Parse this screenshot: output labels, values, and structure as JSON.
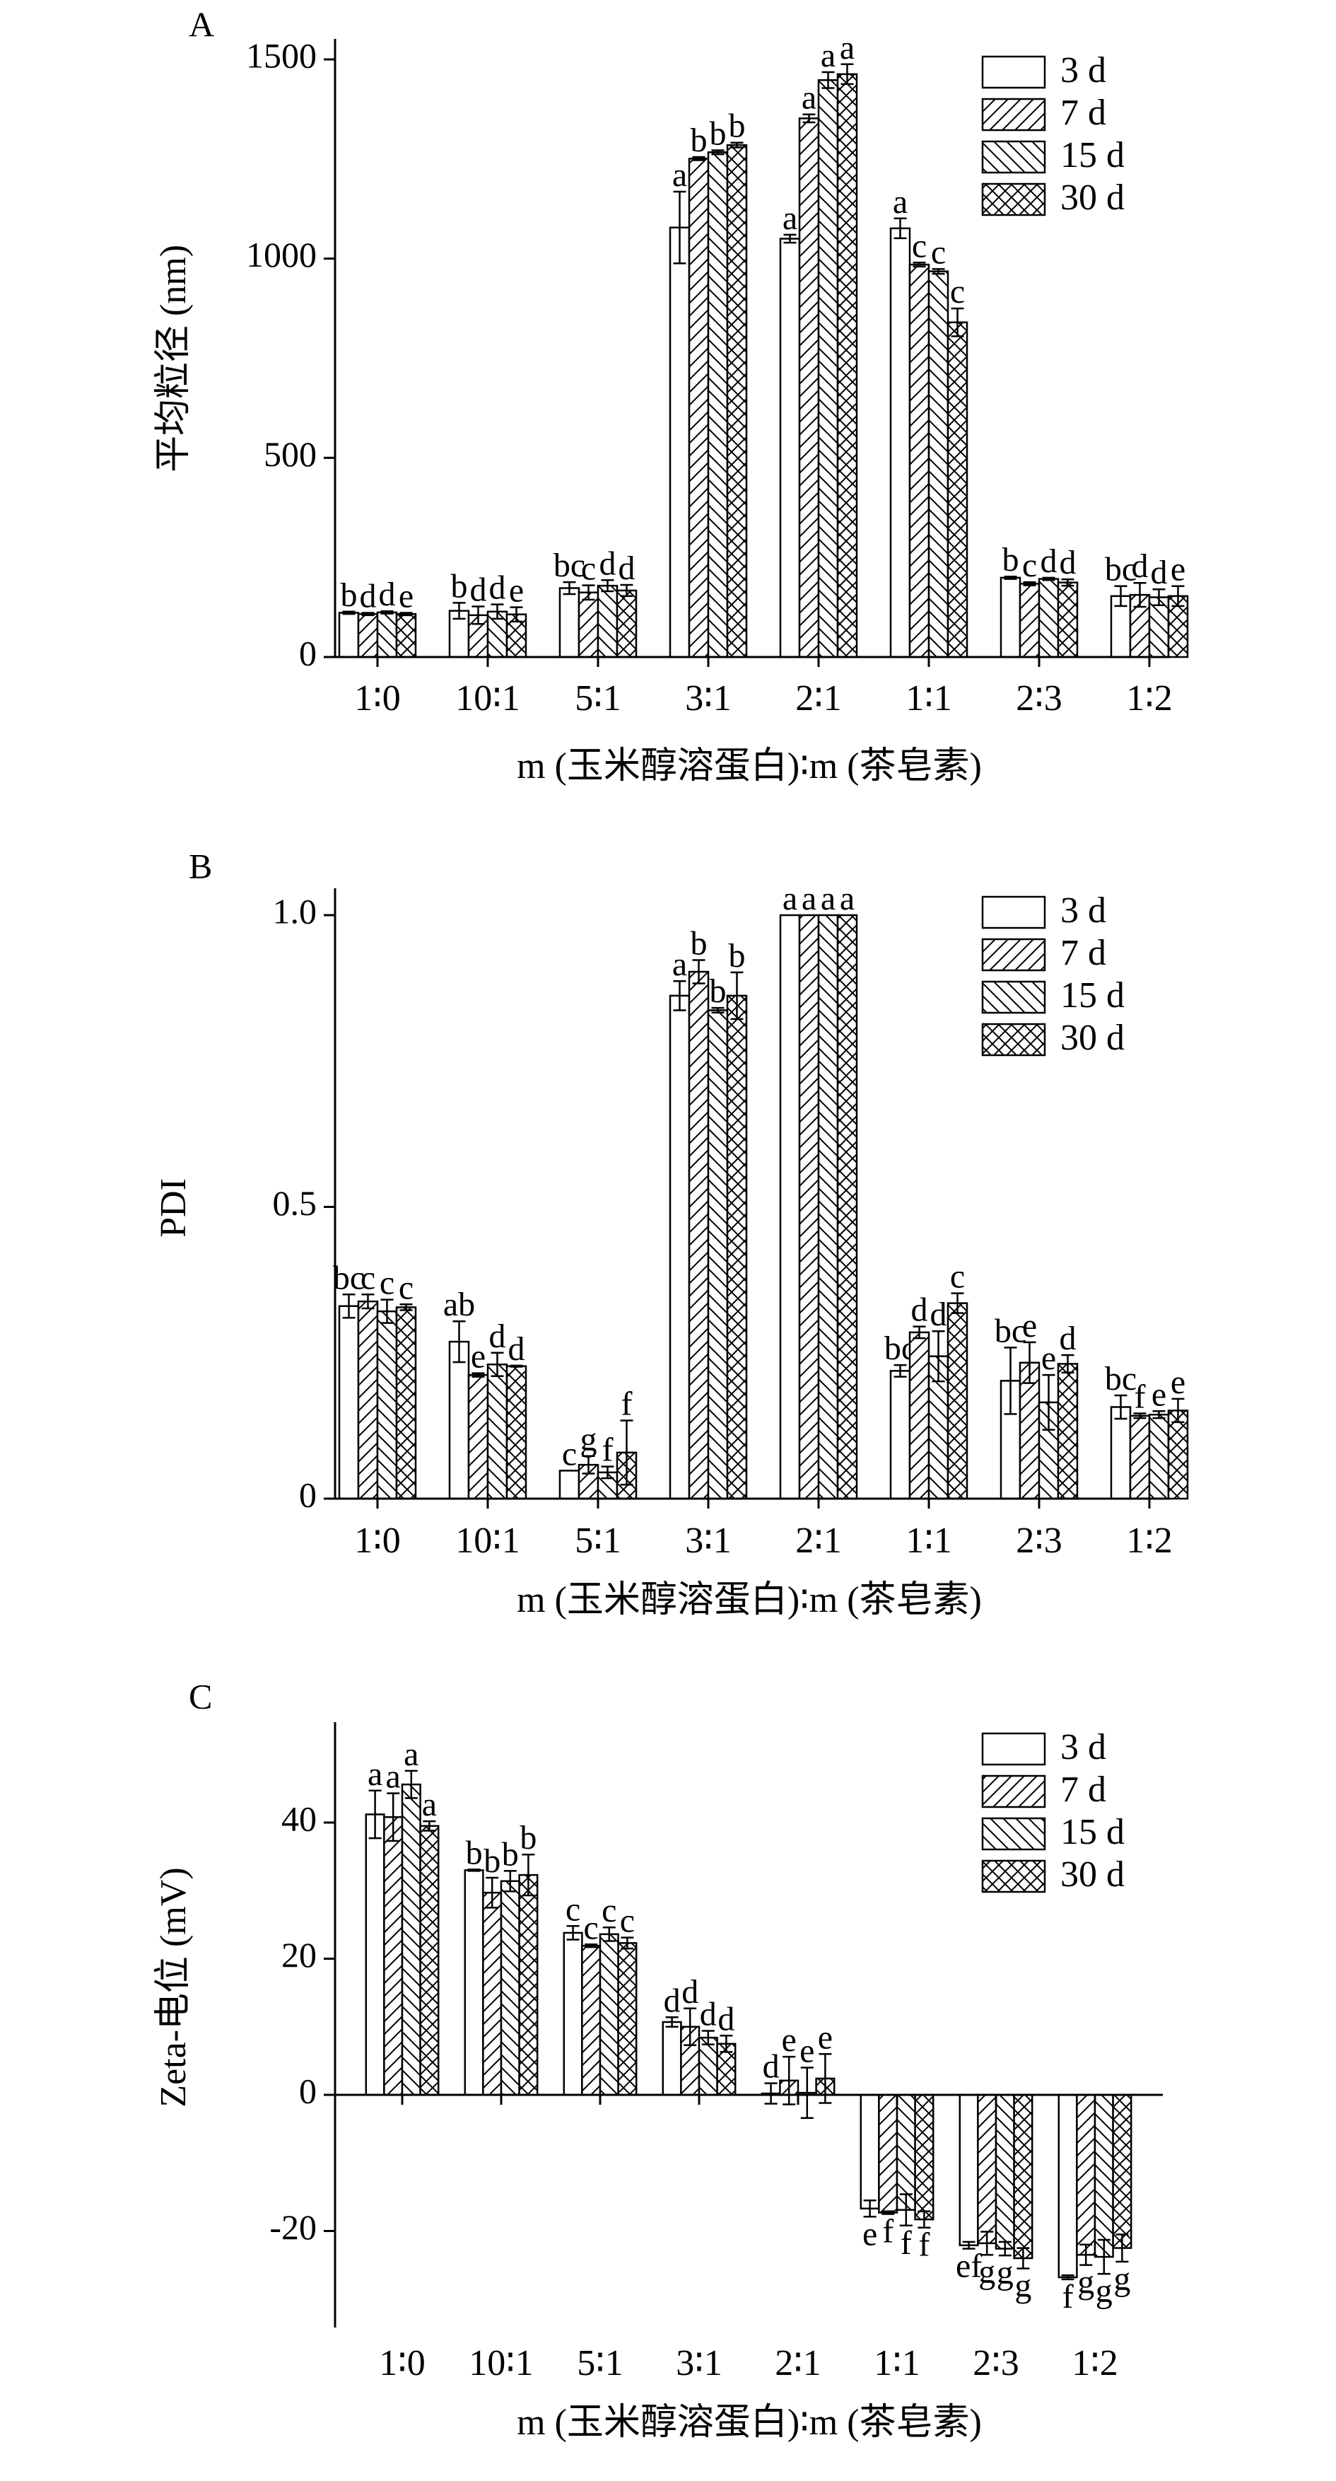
{
  "legend": [
    "3 d",
    "7 d",
    "15 d",
    "30 d"
  ],
  "chart_data": [
    {
      "type": "bar",
      "panel_label": "A",
      "ylabel": "平均粒径 (nm)",
      "xlabel": "m (玉米醇溶蛋白)∶m (茶皂素)",
      "categories": [
        "1∶0",
        "10∶1",
        "5∶1",
        "3∶1",
        "2∶1",
        "1∶1",
        "2∶3",
        "1∶2"
      ],
      "ylim": [
        0,
        1580
      ],
      "yticks": [
        0,
        500,
        1000,
        1500
      ],
      "legend_position": "top-right",
      "series": [
        {
          "name": "3 d",
          "values": [
            111,
            116,
            173,
            1078,
            1050,
            1076,
            199,
            153
          ],
          "errors": [
            3,
            20,
            15,
            90,
            10,
            25,
            3,
            25
          ],
          "letters": [
            "b",
            "b",
            "bc",
            "a",
            "a",
            "a",
            "b",
            "bc"
          ]
        },
        {
          "name": "7 d",
          "values": [
            108,
            105,
            162,
            1251,
            1352,
            985,
            184,
            156
          ],
          "errors": [
            3,
            22,
            18,
            4,
            10,
            5,
            4,
            30
          ],
          "letters": [
            "d",
            "d",
            "c",
            "b",
            "a",
            "c",
            "c",
            "d"
          ]
        },
        {
          "name": "15 d",
          "values": [
            112,
            114,
            179,
            1267,
            1448,
            968,
            196,
            150
          ],
          "errors": [
            3,
            18,
            14,
            5,
            20,
            6,
            3,
            20
          ],
          "letters": [
            "d",
            "d",
            "d",
            "b",
            "a",
            "c",
            "d",
            "d"
          ]
        },
        {
          "name": "30 d",
          "values": [
            108,
            107,
            167,
            1285,
            1463,
            840,
            187,
            153
          ],
          "errors": [
            3,
            18,
            14,
            6,
            25,
            35,
            8,
            25
          ],
          "letters": [
            "e",
            "e",
            "d",
            "b",
            "a",
            "c",
            "d",
            "e"
          ]
        }
      ]
    },
    {
      "type": "bar",
      "panel_label": "B",
      "ylabel": "PDI",
      "xlabel": "m (玉米醇溶蛋白)∶m (茶皂素)",
      "categories": [
        "1∶0",
        "10∶1",
        "5∶1",
        "3∶1",
        "2∶1",
        "1∶1",
        "2∶3",
        "1∶2"
      ],
      "ylim": [
        0,
        1.05
      ],
      "yticks": [
        0,
        0.5,
        1.0
      ],
      "ytick_labels": [
        "0",
        "0.5",
        "1.0"
      ],
      "legend_position": "top-right",
      "series": [
        {
          "name": "3 d",
          "values": [
            0.33,
            0.269,
            0.048,
            0.862,
            1.0,
            0.219,
            0.202,
            0.157
          ],
          "errors": [
            0.02,
            0.035,
            0,
            0.025,
            0,
            0.01,
            0.057,
            0.02
          ],
          "letters": [
            "bc",
            "ab",
            "c",
            "a",
            "a",
            "bc",
            "bc",
            "bc"
          ]
        },
        {
          "name": "7 d",
          "values": [
            0.338,
            0.212,
            0.058,
            0.903,
            1.0,
            0.285,
            0.233,
            0.142
          ],
          "errors": [
            0.012,
            0.003,
            0.015,
            0.02,
            0,
            0.01,
            0.035,
            0.004
          ],
          "letters": [
            "c",
            "e",
            "g",
            "b",
            "a",
            "d",
            "e",
            "f"
          ]
        },
        {
          "name": "15 d",
          "values": [
            0.321,
            0.23,
            0.045,
            0.837,
            1.0,
            0.244,
            0.165,
            0.144
          ],
          "errors": [
            0.02,
            0.02,
            0.01,
            0.004,
            0,
            0.043,
            0.047,
            0.006
          ],
          "letters": [
            "c",
            "d",
            "f",
            "b",
            "a",
            "d",
            "e",
            "e"
          ]
        },
        {
          "name": "30 d",
          "values": [
            0.328,
            0.227,
            0.079,
            0.862,
            1.0,
            0.335,
            0.231,
            0.151
          ],
          "errors": [
            0.005,
            0.001,
            0.055,
            0.04,
            0,
            0.017,
            0.015,
            0.02
          ],
          "letters": [
            "c",
            "d",
            "f",
            "b",
            "a",
            "c",
            "d",
            "e"
          ]
        }
      ]
    },
    {
      "type": "bar",
      "panel_label": "C",
      "ylabel": "Zeta-电位 (mV)",
      "xlabel": "m (玉米醇溶蛋白)∶m (茶皂素)",
      "categories": [
        "1∶0",
        "10∶1",
        "5∶1",
        "3∶1",
        "2∶1",
        "1∶1",
        "2∶3",
        "1∶2"
      ],
      "ylim": [
        -35,
        55
      ],
      "yticks": [
        -20,
        0,
        20,
        40
      ],
      "legend_position": "top-right",
      "series": [
        {
          "name": "3 d",
          "values": [
            41.2,
            33.0,
            23.8,
            10.7,
            0.2,
            -16.7,
            -22.1,
            -26.8
          ],
          "errors": [
            3.5,
            0.1,
            1.0,
            0.7,
            1.5,
            1.2,
            0.5,
            0.3
          ],
          "letters": [
            "a",
            "b",
            "c",
            "d",
            "d",
            "e",
            "ef",
            "f"
          ]
        },
        {
          "name": "7 d",
          "values": [
            40.8,
            29.7,
            21.9,
            10.0,
            2.1,
            -17.3,
            -21.8,
            -23.5
          ],
          "errors": [
            3.5,
            2.2,
            0.2,
            2.7,
            3.5,
            0.2,
            1.7,
            1.5
          ],
          "letters": [
            "a",
            "b",
            "c",
            "d",
            "e",
            "f",
            "g",
            "g"
          ]
        },
        {
          "name": "15 d",
          "values": [
            45.6,
            31.4,
            23.6,
            8.4,
            0.3,
            -16.9,
            -22.6,
            -23.8
          ],
          "errors": [
            2.0,
            1.5,
            1.0,
            1.0,
            3.7,
            2.3,
            1.0,
            2.5
          ],
          "letters": [
            "a",
            "b",
            "c",
            "d",
            "e",
            "f",
            "g",
            "g"
          ]
        },
        {
          "name": "30 d",
          "values": [
            39.5,
            32.3,
            22.3,
            7.5,
            2.4,
            -18.3,
            -24.0,
            -22.5
          ],
          "errors": [
            0.7,
            3.0,
            0.8,
            1.2,
            3.6,
            1.2,
            1.5,
            2.0
          ],
          "letters": [
            "a",
            "b",
            "c",
            "d",
            "e",
            "f",
            "g",
            "g"
          ]
        }
      ]
    }
  ]
}
